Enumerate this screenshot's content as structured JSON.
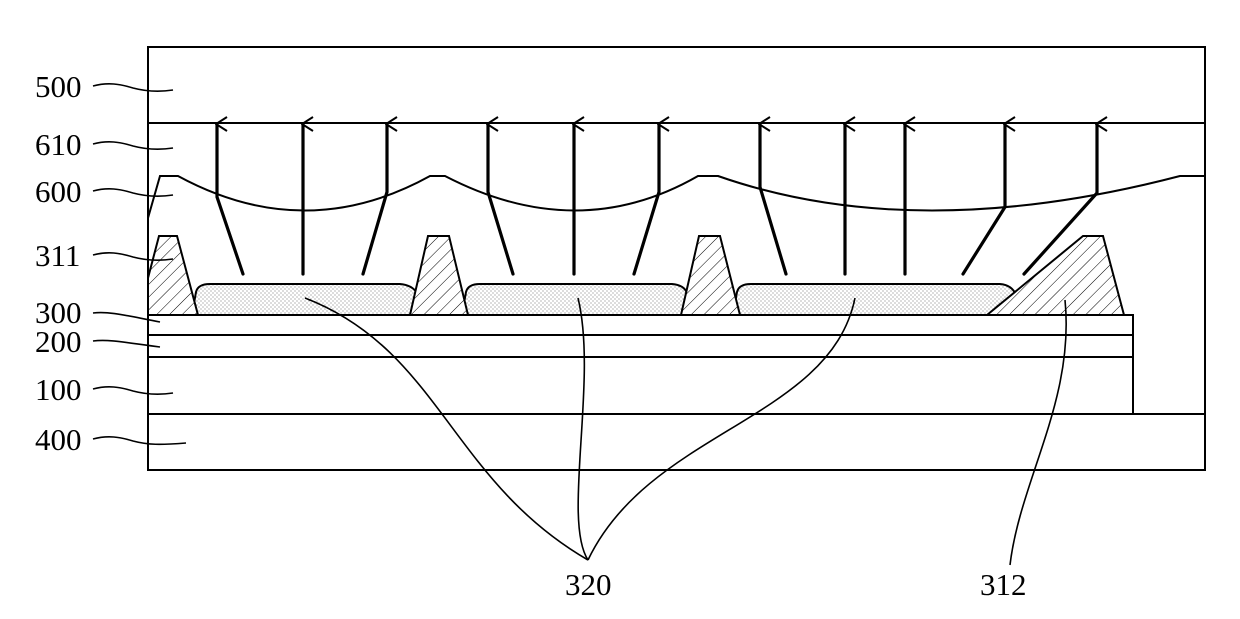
{
  "labels": {
    "l500": "500",
    "l610": "610",
    "l600": "600",
    "l311": "311",
    "l300": "300",
    "l200": "200",
    "l100": "100",
    "l400": "400",
    "l320": "320",
    "l312": "312"
  },
  "colors": {
    "line": "#000000",
    "background": "#ffffff",
    "dot_fill": "#f0f0f0"
  }
}
